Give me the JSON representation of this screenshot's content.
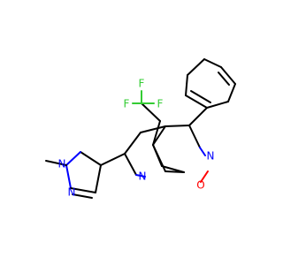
{
  "molecule": {
    "atoms": {
      "f1": "F",
      "f2": "F",
      "f3": "F",
      "n_isoxazole": "N",
      "o_isoxazole": "O",
      "n_pyridine": "N",
      "n_pyrazole_methyl": "N",
      "n_pyrazole": "N"
    }
  },
  "colors": {
    "carbon_bond": "#000000",
    "nitrogen": "#0000ff",
    "oxygen": "#ff0000",
    "fluorine": "#33cc33",
    "background": "#ffffff"
  }
}
